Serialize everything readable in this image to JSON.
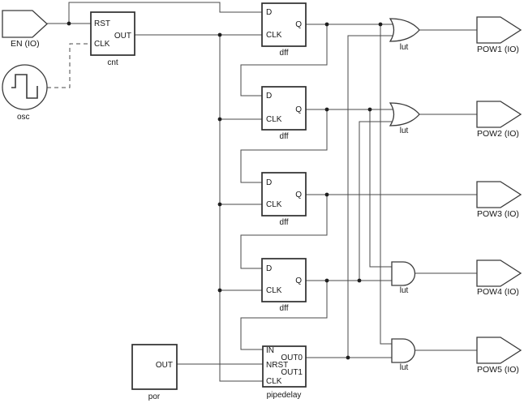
{
  "colors": {
    "background": "#ffffff",
    "wire": "#4a4a4a",
    "block_border": "#2d2d2d",
    "text": "#161616"
  },
  "input_pin": {
    "label": "EN (IO)"
  },
  "oscillator": {
    "label": "osc"
  },
  "counter": {
    "label": "cnt",
    "pins": {
      "rst": "RST",
      "out": "OUT",
      "clk": "CLK"
    }
  },
  "dffs": [
    {
      "label": "dff",
      "pins": {
        "d": "D",
        "clk": "CLK",
        "q": "Q"
      }
    },
    {
      "label": "dff",
      "pins": {
        "d": "D",
        "clk": "CLK",
        "q": "Q"
      }
    },
    {
      "label": "dff",
      "pins": {
        "d": "D",
        "clk": "CLK",
        "q": "Q"
      }
    },
    {
      "label": "dff",
      "pins": {
        "d": "D",
        "clk": "CLK",
        "q": "Q"
      }
    }
  ],
  "luts": [
    {
      "label": "lut",
      "type": "or"
    },
    {
      "label": "lut",
      "type": "or"
    },
    {
      "label": "lut",
      "type": "and"
    },
    {
      "label": "lut",
      "type": "and"
    }
  ],
  "por": {
    "label": "por",
    "pins": {
      "out": "OUT"
    }
  },
  "pipedelay": {
    "label": "pipedelay",
    "pins": {
      "in": "IN",
      "nrst": "NRST",
      "clk": "CLK",
      "out0": "OUT0",
      "out1": "OUT1"
    }
  },
  "output_pins": [
    {
      "label": "POW1 (IO)"
    },
    {
      "label": "POW2 (IO)"
    },
    {
      "label": "POW3 (IO)"
    },
    {
      "label": "POW4 (IO)"
    },
    {
      "label": "POW5 (IO)"
    }
  ]
}
